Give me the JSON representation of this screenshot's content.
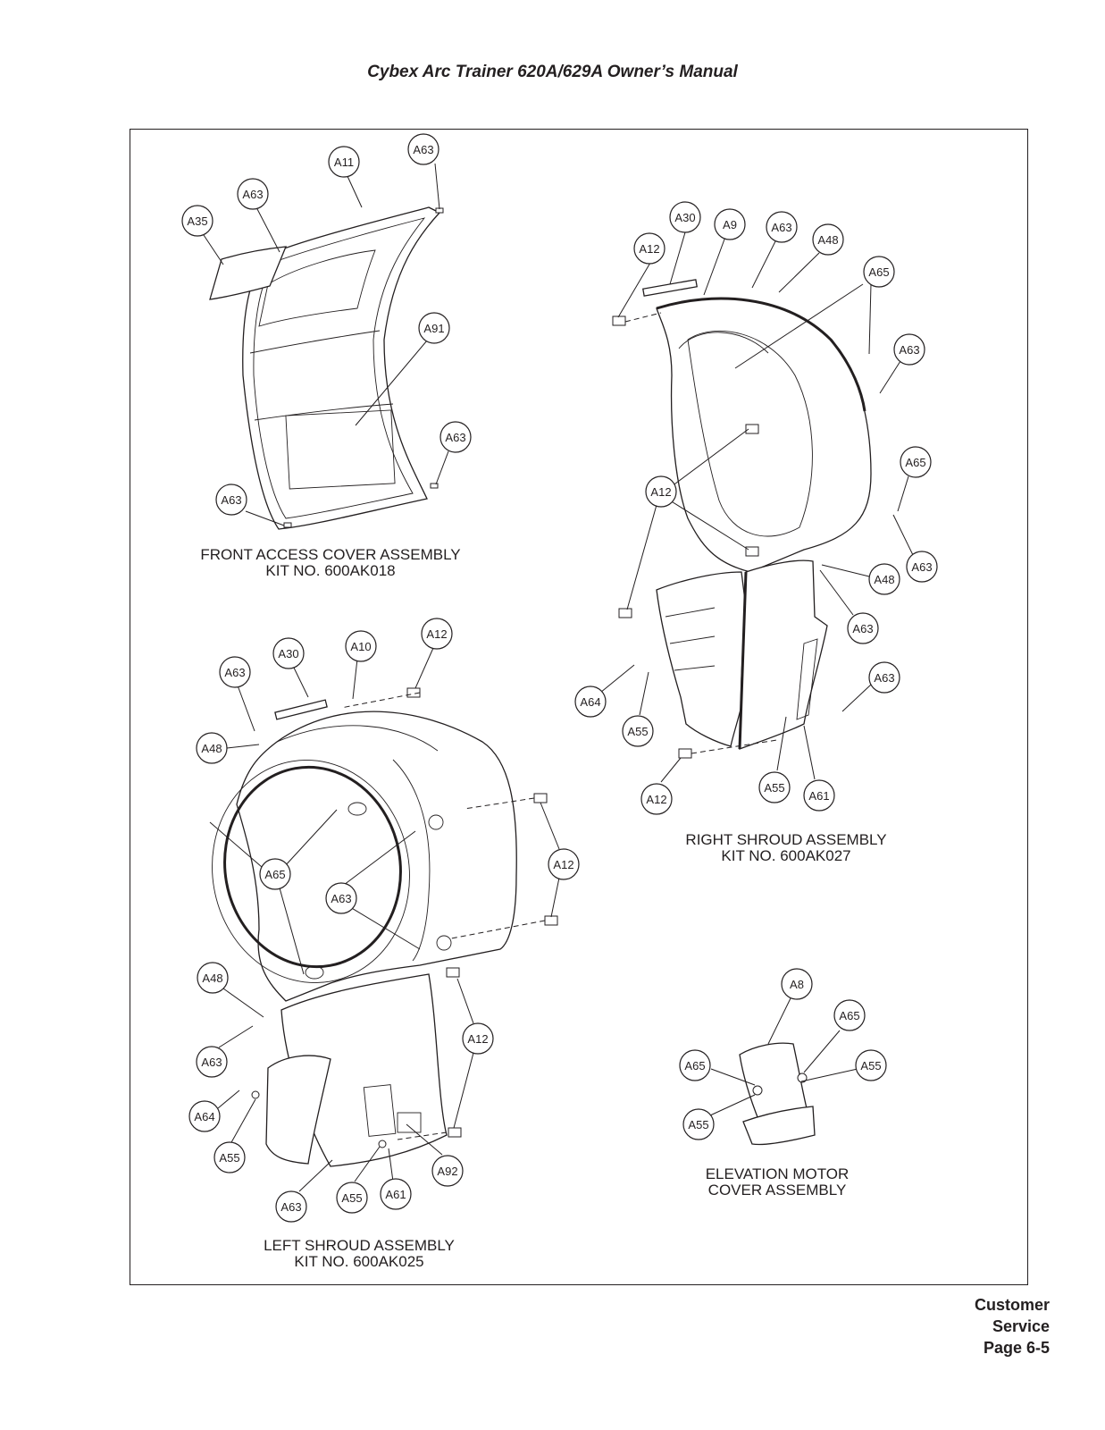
{
  "header": {
    "title": "Cybex Arc Trainer 620A/629A Owner’s Manual"
  },
  "captions": {
    "front": {
      "line1": "FRONT ACCESS COVER ASSEMBLY",
      "line2": "KIT NO. 600AK018"
    },
    "right": {
      "line1": "RIGHT SHROUD ASSEMBLY",
      "line2": "KIT NO. 600AK027"
    },
    "left": {
      "line1": "LEFT SHROUD ASSEMBLY",
      "line2": "KIT NO. 600AK025"
    },
    "elevation": {
      "line1": "ELEVATION MOTOR",
      "line2": "COVER ASSEMBLY"
    }
  },
  "footer": {
    "line1": "Customer",
    "line2": "Service",
    "line3": "Page 6-5"
  },
  "callouts": {
    "c01": "A11",
    "c02": "A63",
    "c03": "A63",
    "c04": "A35",
    "c05": "A91",
    "c06": "A63",
    "c07": "A63",
    "c08": "A30",
    "c09": "A9",
    "c10": "A63",
    "c11": "A48",
    "c12": "A12",
    "c13": "A65",
    "c14": "A63",
    "c15": "A65",
    "c16": "A12",
    "c17": "A63",
    "c18": "A48",
    "c19": "A63",
    "c20": "A63",
    "c21": "A64",
    "c22": "A55",
    "c23": "A12",
    "c24": "A55",
    "c25": "A61",
    "c26": "A12",
    "c27": "A10",
    "c28": "A30",
    "c29": "A63",
    "c30": "A48",
    "c31": "A65",
    "c32": "A63",
    "c33": "A12",
    "c34": "A48",
    "c35": "A12",
    "c36": "A63",
    "c37": "A64",
    "c38": "A55",
    "c39": "A92",
    "c40": "A61",
    "c41": "A55",
    "c42": "A63",
    "c43": "A8",
    "c44": "A65",
    "c45": "A65",
    "c46": "A55",
    "c47": "A55"
  }
}
